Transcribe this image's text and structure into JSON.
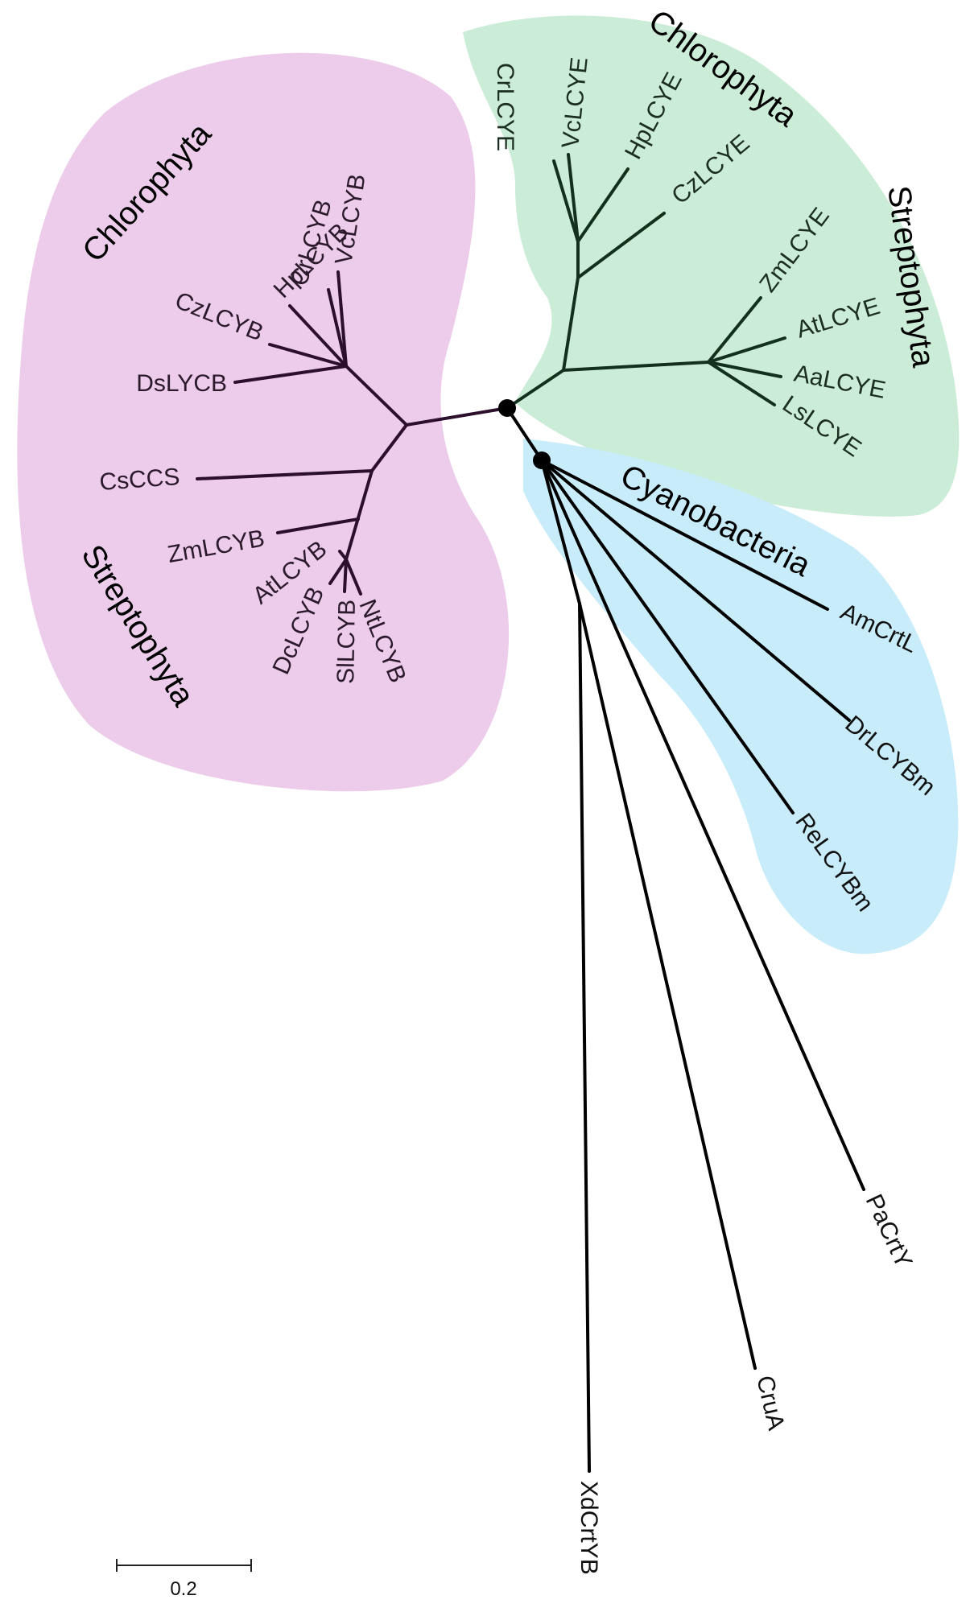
{
  "colors": {
    "lcyb_region": "#ecccea",
    "lcye_region": "#cbecd6",
    "cyano_region": "#c8ecfa",
    "lcyb_branch": "#2b0f2d",
    "lcye_branch": "#12301c",
    "outgroup_branch": "#000000",
    "node_marker": "#000000"
  },
  "clades": {
    "lcyb_chlorophyta": "Chlorophyta",
    "lcyb_streptophyta": "Streptophyta",
    "lcye_chlorophyta": "Chlorophyta",
    "lcye_streptophyta": "Streptophyta",
    "cyanobacteria": "Cyanobacteria"
  },
  "leaves": {
    "vclcyb": "VcLCYB",
    "crlcyb": "CrLCYB",
    "hplcyb": "HpLCYB",
    "czlcyb": "CzLCYB",
    "dslycb": "DsLYCB",
    "csccs": "CsCCS",
    "zmlcyb": "ZmLCYB",
    "atlcyb": "AtLCYB",
    "dclcyb": "DcLCYB",
    "sllcyb": "SlLCYB",
    "ntlcyb": "NtLCYB",
    "crlcye": "CrLCYE",
    "vclcye": "VcLCYE",
    "hplcye": "HpLCYE",
    "czlcye": "CzLCYE",
    "zmlcye": "ZmLCYE",
    "atlcye": "AtLCYE",
    "aalcye": "AaLCYE",
    "lslcye": "LsLCYE",
    "amcrtl": "AmCrtL",
    "drlcybm": "DrLCYBm",
    "relcybm": "ReLCYBm",
    "pacrty": "PaCrtY",
    "crua": "CruA",
    "xdcrtyb": "XdCrtYB"
  },
  "scale_bar": {
    "label": "0.2"
  }
}
